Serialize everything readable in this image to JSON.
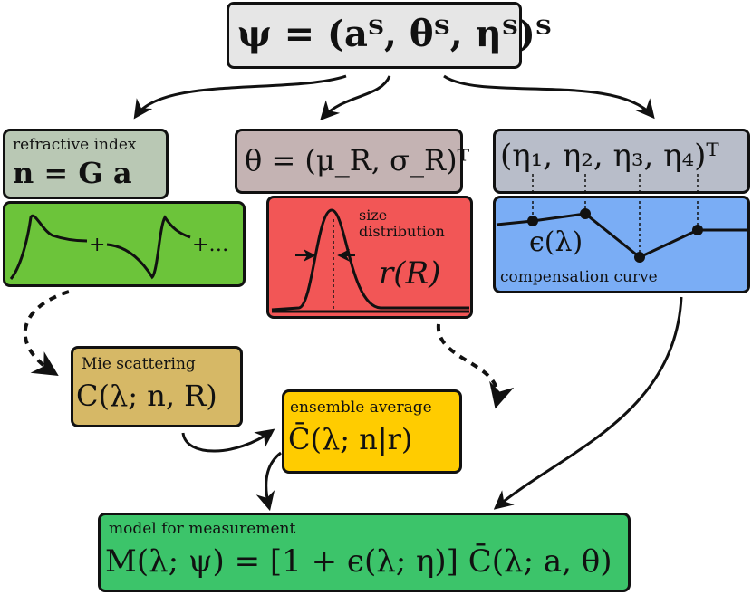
{
  "top": {
    "formula": "ψ = (aᵀ, θᵀ, ηᵀ)ᵀ"
  },
  "refractive": {
    "label": "refractive index",
    "formula": "n = G a"
  },
  "green_panel": {
    "plus1": "+",
    "plus2": "+…"
  },
  "theta": {
    "formula": "θ = (μ_R, σ_R)ᵀ"
  },
  "size_panel": {
    "label_line1": "size",
    "label_line2": "distribution",
    "formula": "r(R)"
  },
  "eta": {
    "formula": "(η₁, η₂, η₃, η₄)ᵀ"
  },
  "comp_panel": {
    "formula": "ϵ(λ)",
    "label": "compensation curve"
  },
  "mie": {
    "label": "Mie scattering",
    "formula": "C(λ; n, R)"
  },
  "ensemble": {
    "label": "ensemble average",
    "formula": "C̄(λ; n|r)"
  },
  "model": {
    "label": "model for measurement",
    "formula": "M(λ; ψ) = [1 + ϵ(λ; η)] C̄(λ; a, θ)"
  },
  "colors": {
    "top_box": "#e6e6e6",
    "refractive_box": "#b9c8b4",
    "green_panel": "#6cc43a",
    "theta_box": "#c4b3b3",
    "size_panel": "#f25656",
    "eta_box": "#b8bdc9",
    "comp_panel": "#7aadf5",
    "mie_box": "#d6b866",
    "ensemble_box": "#ffcc00",
    "model_box": "#3cc46a"
  }
}
